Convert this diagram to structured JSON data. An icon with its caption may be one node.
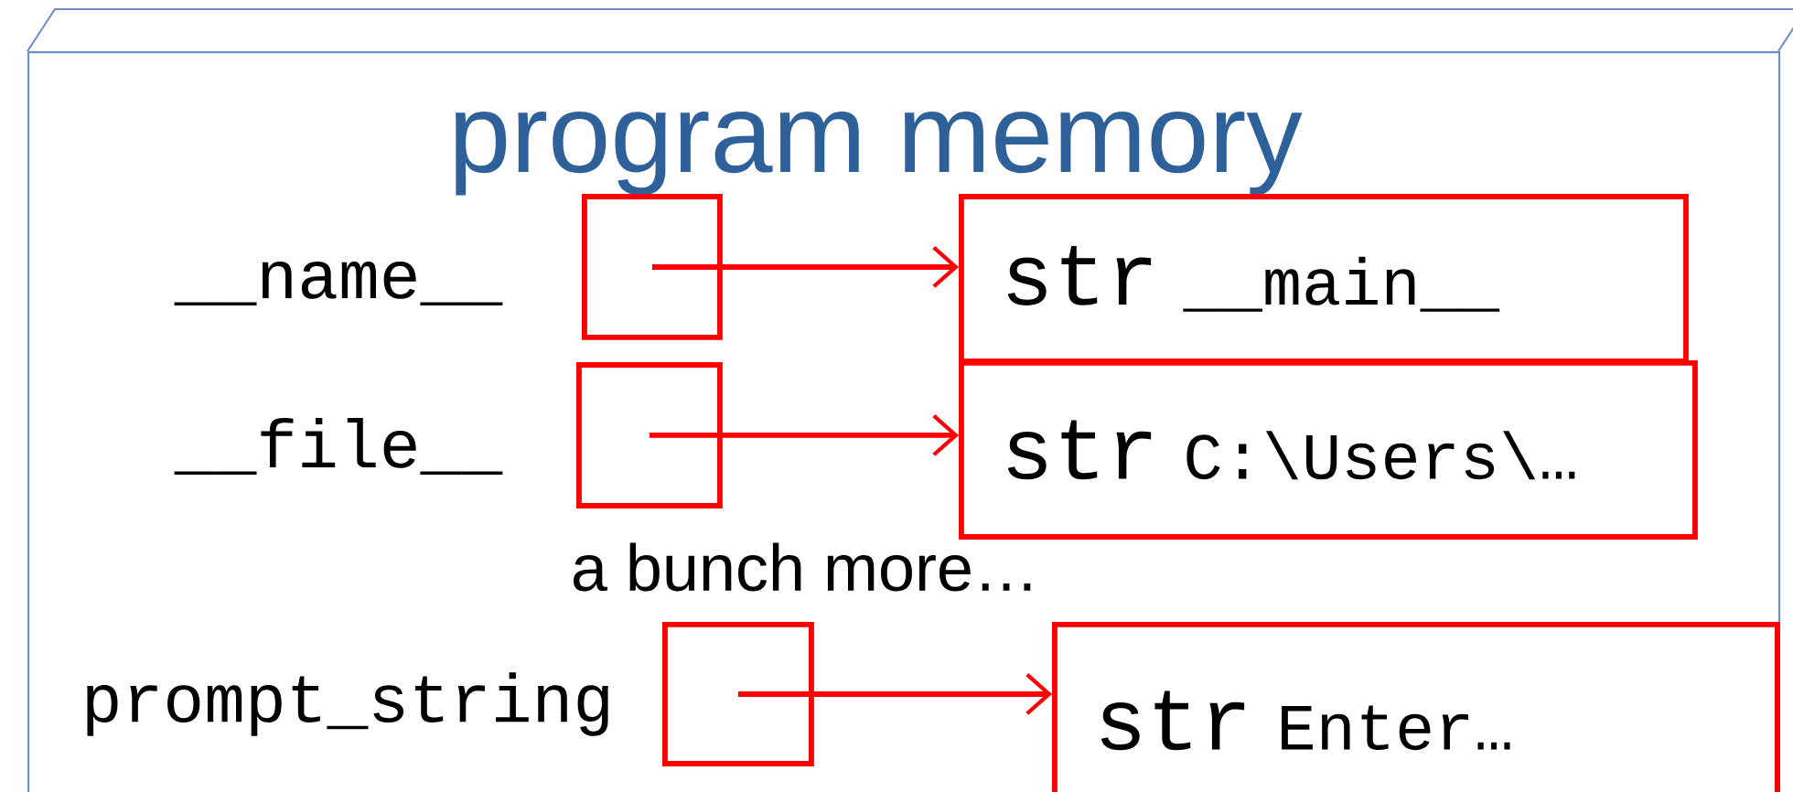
{
  "diagram": {
    "nodes": [
      {
        "text": [
          "program memory"
        ]
      },
      {
        "text": [],
        "shape": "box",
        "in": 0,
        "beside": [
          "__name__"
        ]
      },
      {
        "text": [
          "str",
          "__main__"
        ],
        "in": 0
      },
      {
        "text": [],
        "shape": "box",
        "in": 0,
        "beside": [
          "__file__"
        ]
      },
      {
        "text": [
          "str",
          "C:\\Users\\…"
        ],
        "in": 0
      },
      {
        "text": [],
        "shape": "box",
        "in": 0,
        "beside": [
          "prompt_string"
        ]
      },
      {
        "text": [
          "str",
          "Enter…"
        ],
        "in": 0
      }
    ],
    "edges": [
      {
        "from": 1,
        "to": 2,
        "arrow": "to"
      },
      {
        "from": 3,
        "to": 4,
        "arrow": "to"
      },
      {
        "from": 5,
        "to": 6,
        "arrow": "to"
      }
    ],
    "labels": [
      "a bunch more…"
    ]
  }
}
